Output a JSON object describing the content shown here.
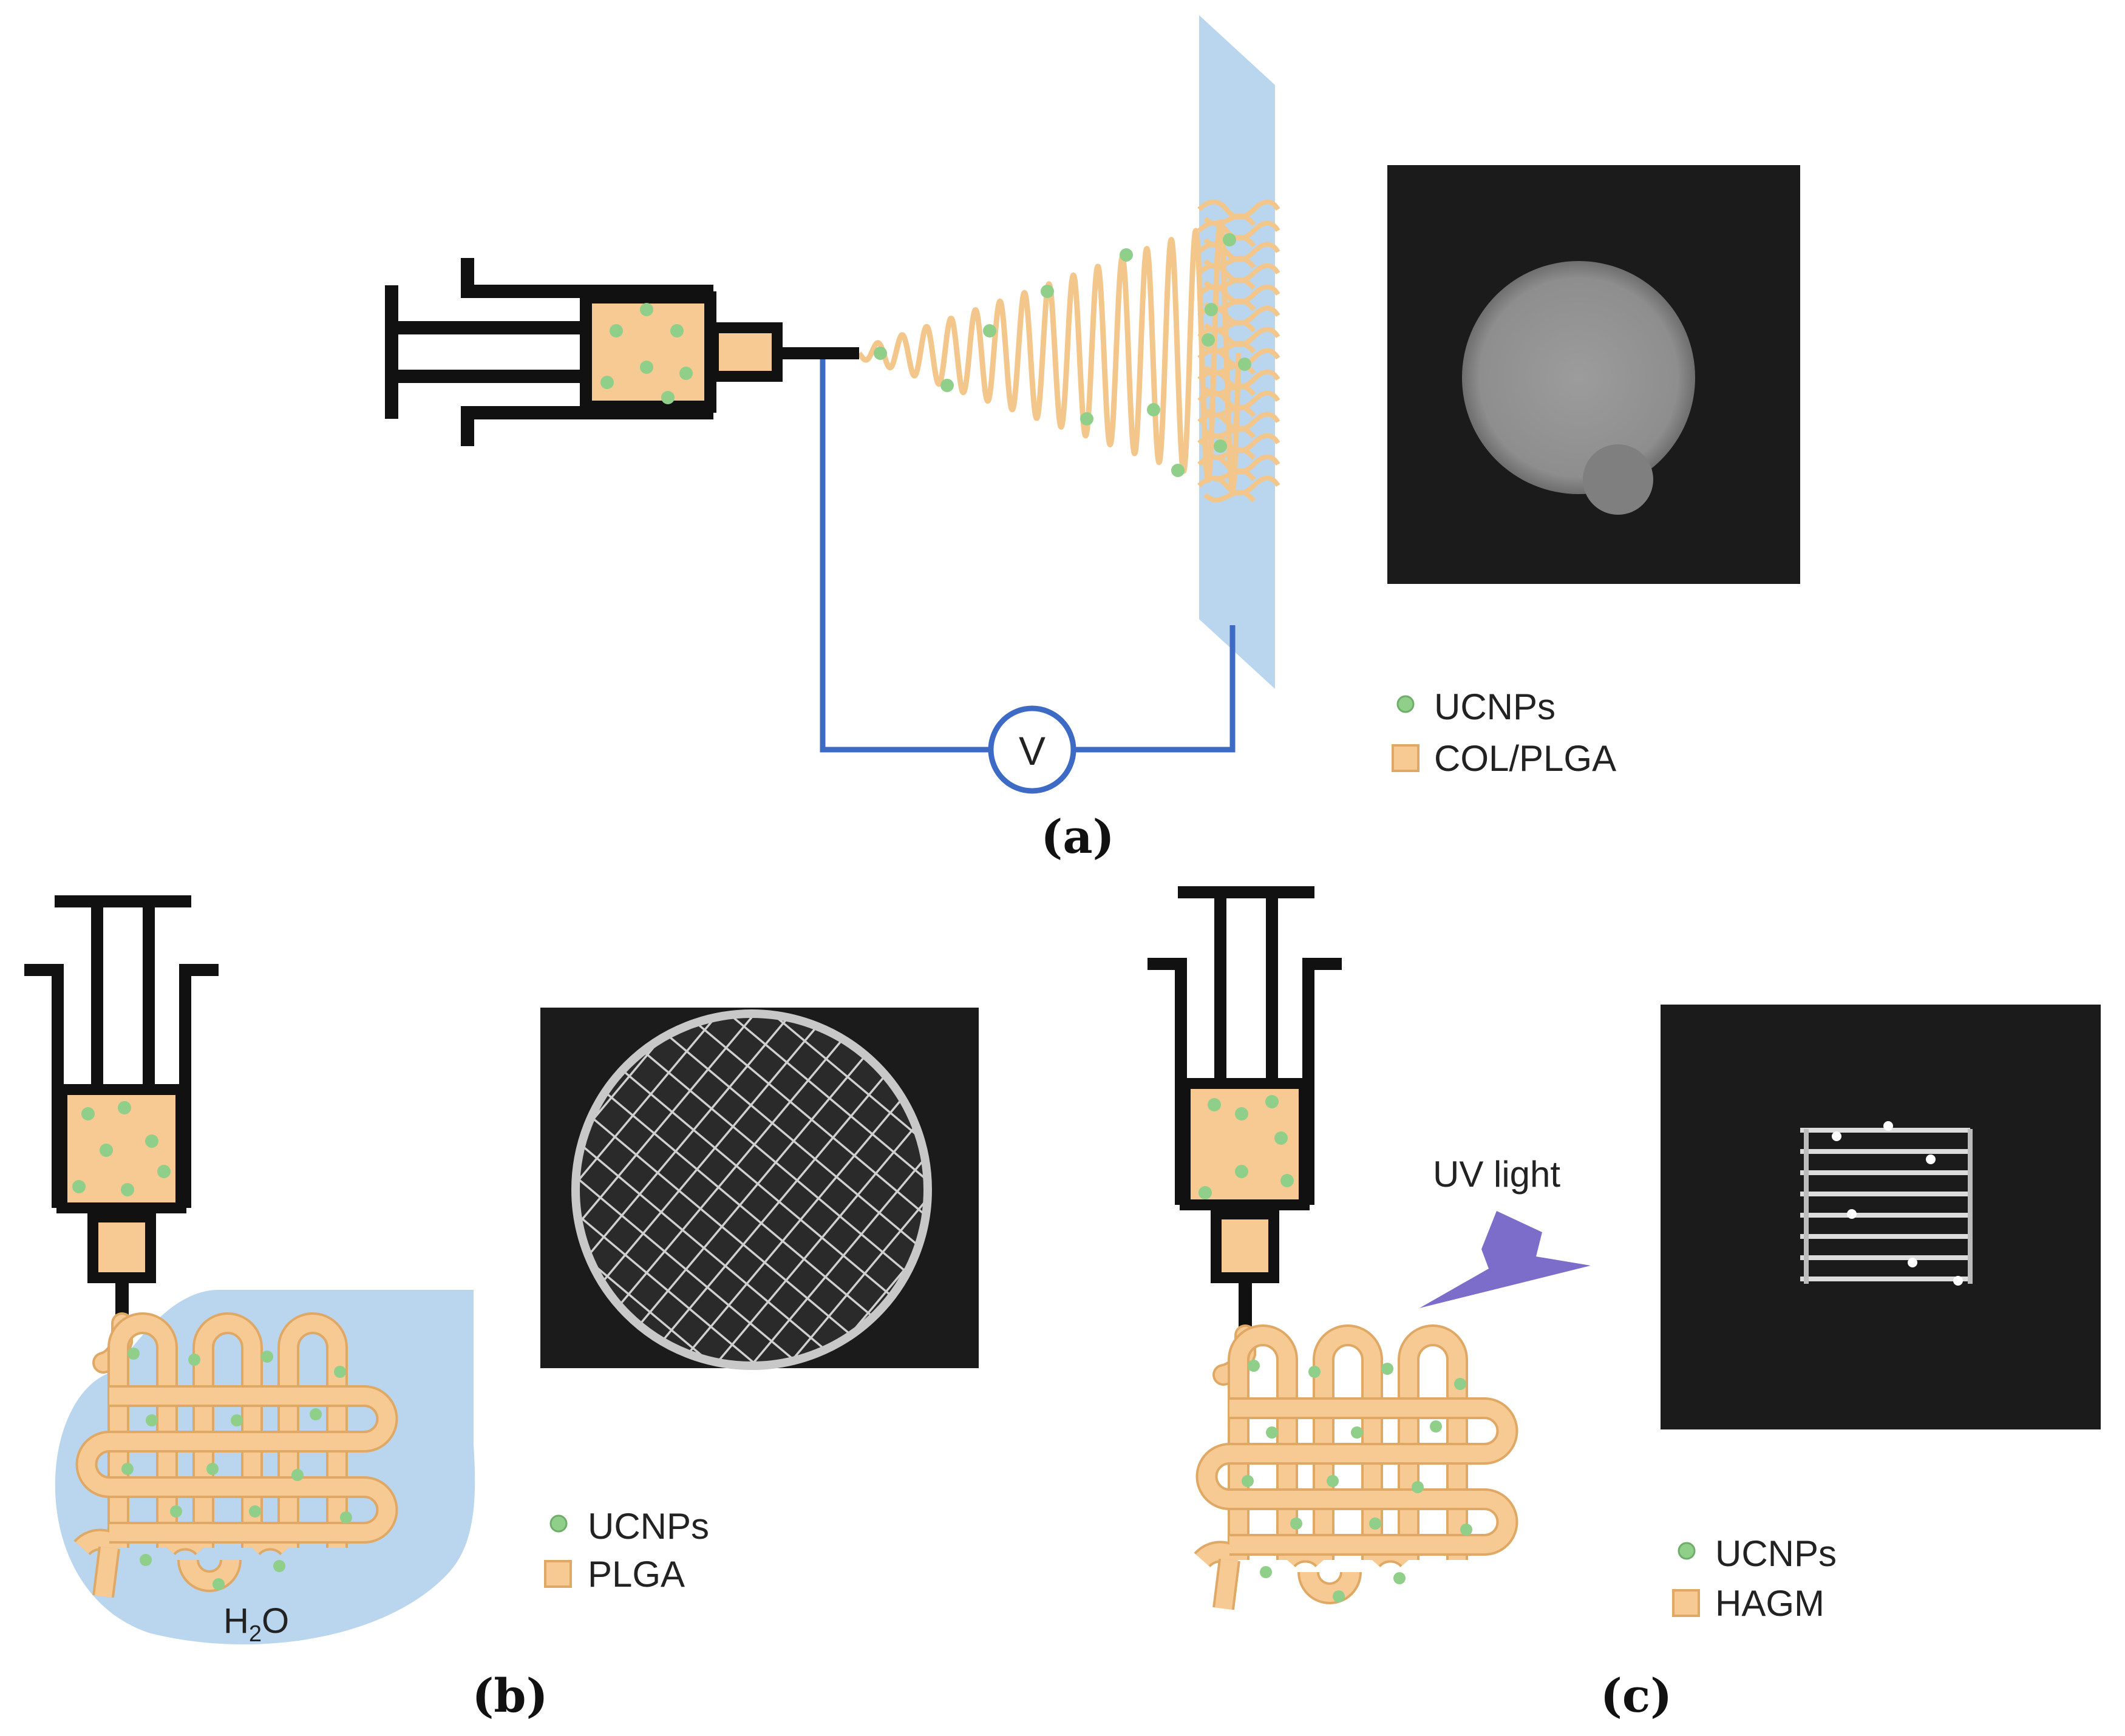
{
  "colors": {
    "material": "#f6ca92",
    "material_stroke": "#e0a865",
    "fiber": "#f3c78b",
    "particle": "#8fcf8a",
    "collector": "#b9d6ee",
    "water": "#b9d6ee",
    "circuit": "#3d6ac4",
    "uv_bolt": "#7b6dc9",
    "outline": "#111111",
    "micrograph_bg": "#1b1b1b"
  },
  "panel_a": {
    "label": "(a)",
    "voltage_symbol": "V",
    "legend": {
      "particle": "UCNPs",
      "material": "COL/PLGA"
    }
  },
  "panel_b": {
    "label": "(b)",
    "water_label": "H",
    "water_subscript": "2",
    "water_suffix": "O",
    "legend": {
      "particle": "UCNPs",
      "material": "PLGA"
    }
  },
  "panel_c": {
    "label": "(c)",
    "uv_label": "UV light",
    "legend": {
      "particle": "UCNPs",
      "material": "HAGM"
    }
  }
}
